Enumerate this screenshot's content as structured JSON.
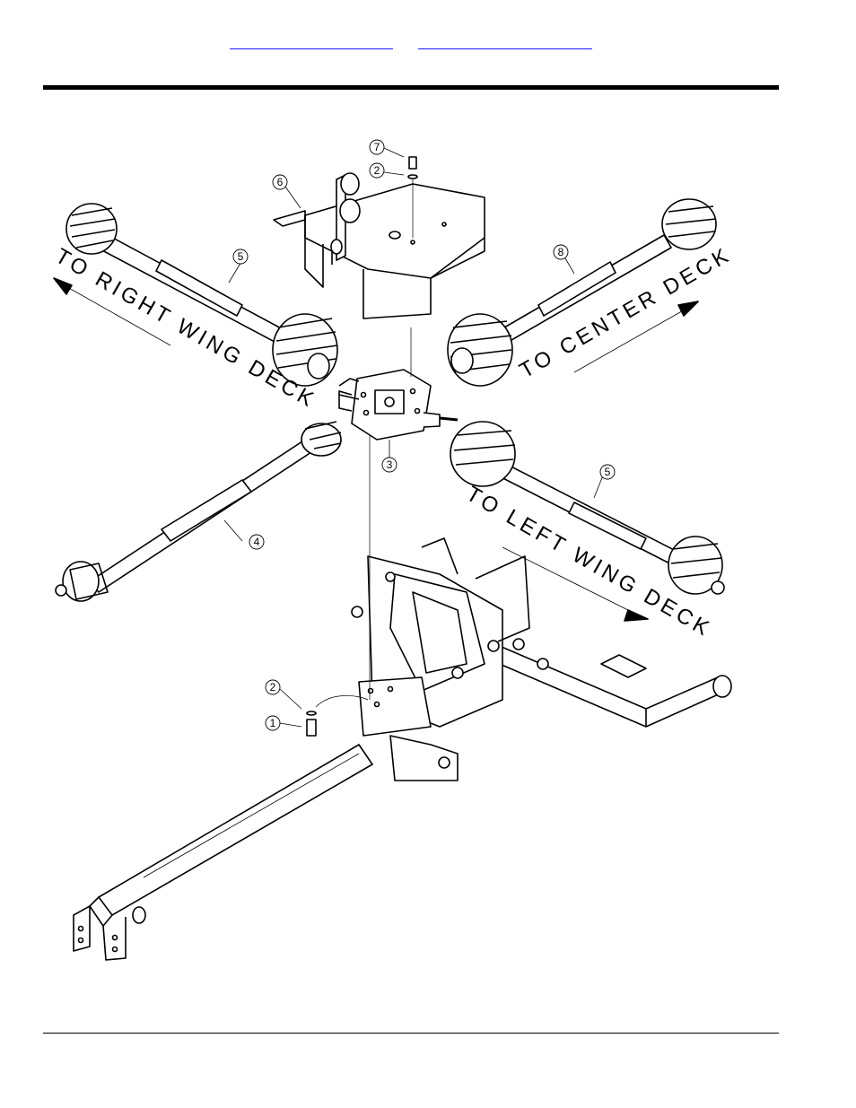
{
  "header": {
    "links": [
      {
        "label": ""
      },
      {
        "label": ""
      }
    ]
  },
  "diagram": {
    "callouts": [
      "1",
      "2",
      "3",
      "4",
      "5",
      "6",
      "7",
      "8"
    ],
    "labels": {
      "right_wing": "TO RIGHT WING DECK",
      "center": "TO CENTER DECK",
      "left_wing": "TO LEFT WING DECK"
    }
  }
}
